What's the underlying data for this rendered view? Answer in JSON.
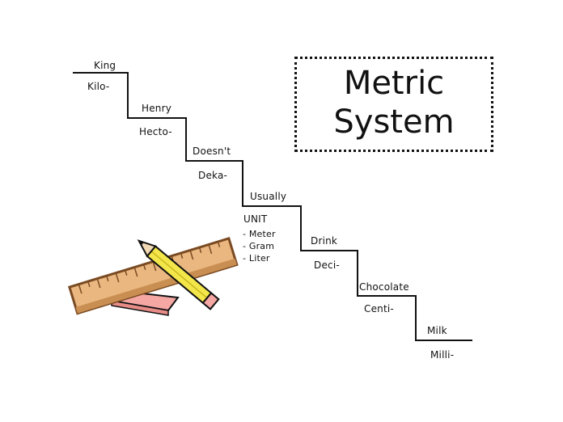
{
  "title": {
    "line1": "Metric",
    "line2": "System"
  },
  "steps": [
    {
      "mnemonic": "King",
      "prefix": "Kilo-"
    },
    {
      "mnemonic": "Henry",
      "prefix": "Hecto-"
    },
    {
      "mnemonic": "Doesn't",
      "prefix": "Deka-"
    },
    {
      "mnemonic": "Usually",
      "prefix": "UNIT",
      "units": [
        "- Meter",
        "- Gram",
        "- Liter"
      ]
    },
    {
      "mnemonic": "Drink",
      "prefix": "Deci-"
    },
    {
      "mnemonic": "Chocolate",
      "prefix": "Centi-"
    },
    {
      "mnemonic": "Milk",
      "prefix": "Milli-"
    }
  ],
  "clipart": {
    "icons": [
      "ruler-icon",
      "pencil-icon",
      "eraser-icon"
    ]
  },
  "colors": {
    "ruler": "#e9b77f",
    "ruler_edge": "#7a4a22",
    "pencil": "#f3e64a",
    "eraser": "#f4a7a3",
    "ink": "#111111"
  }
}
